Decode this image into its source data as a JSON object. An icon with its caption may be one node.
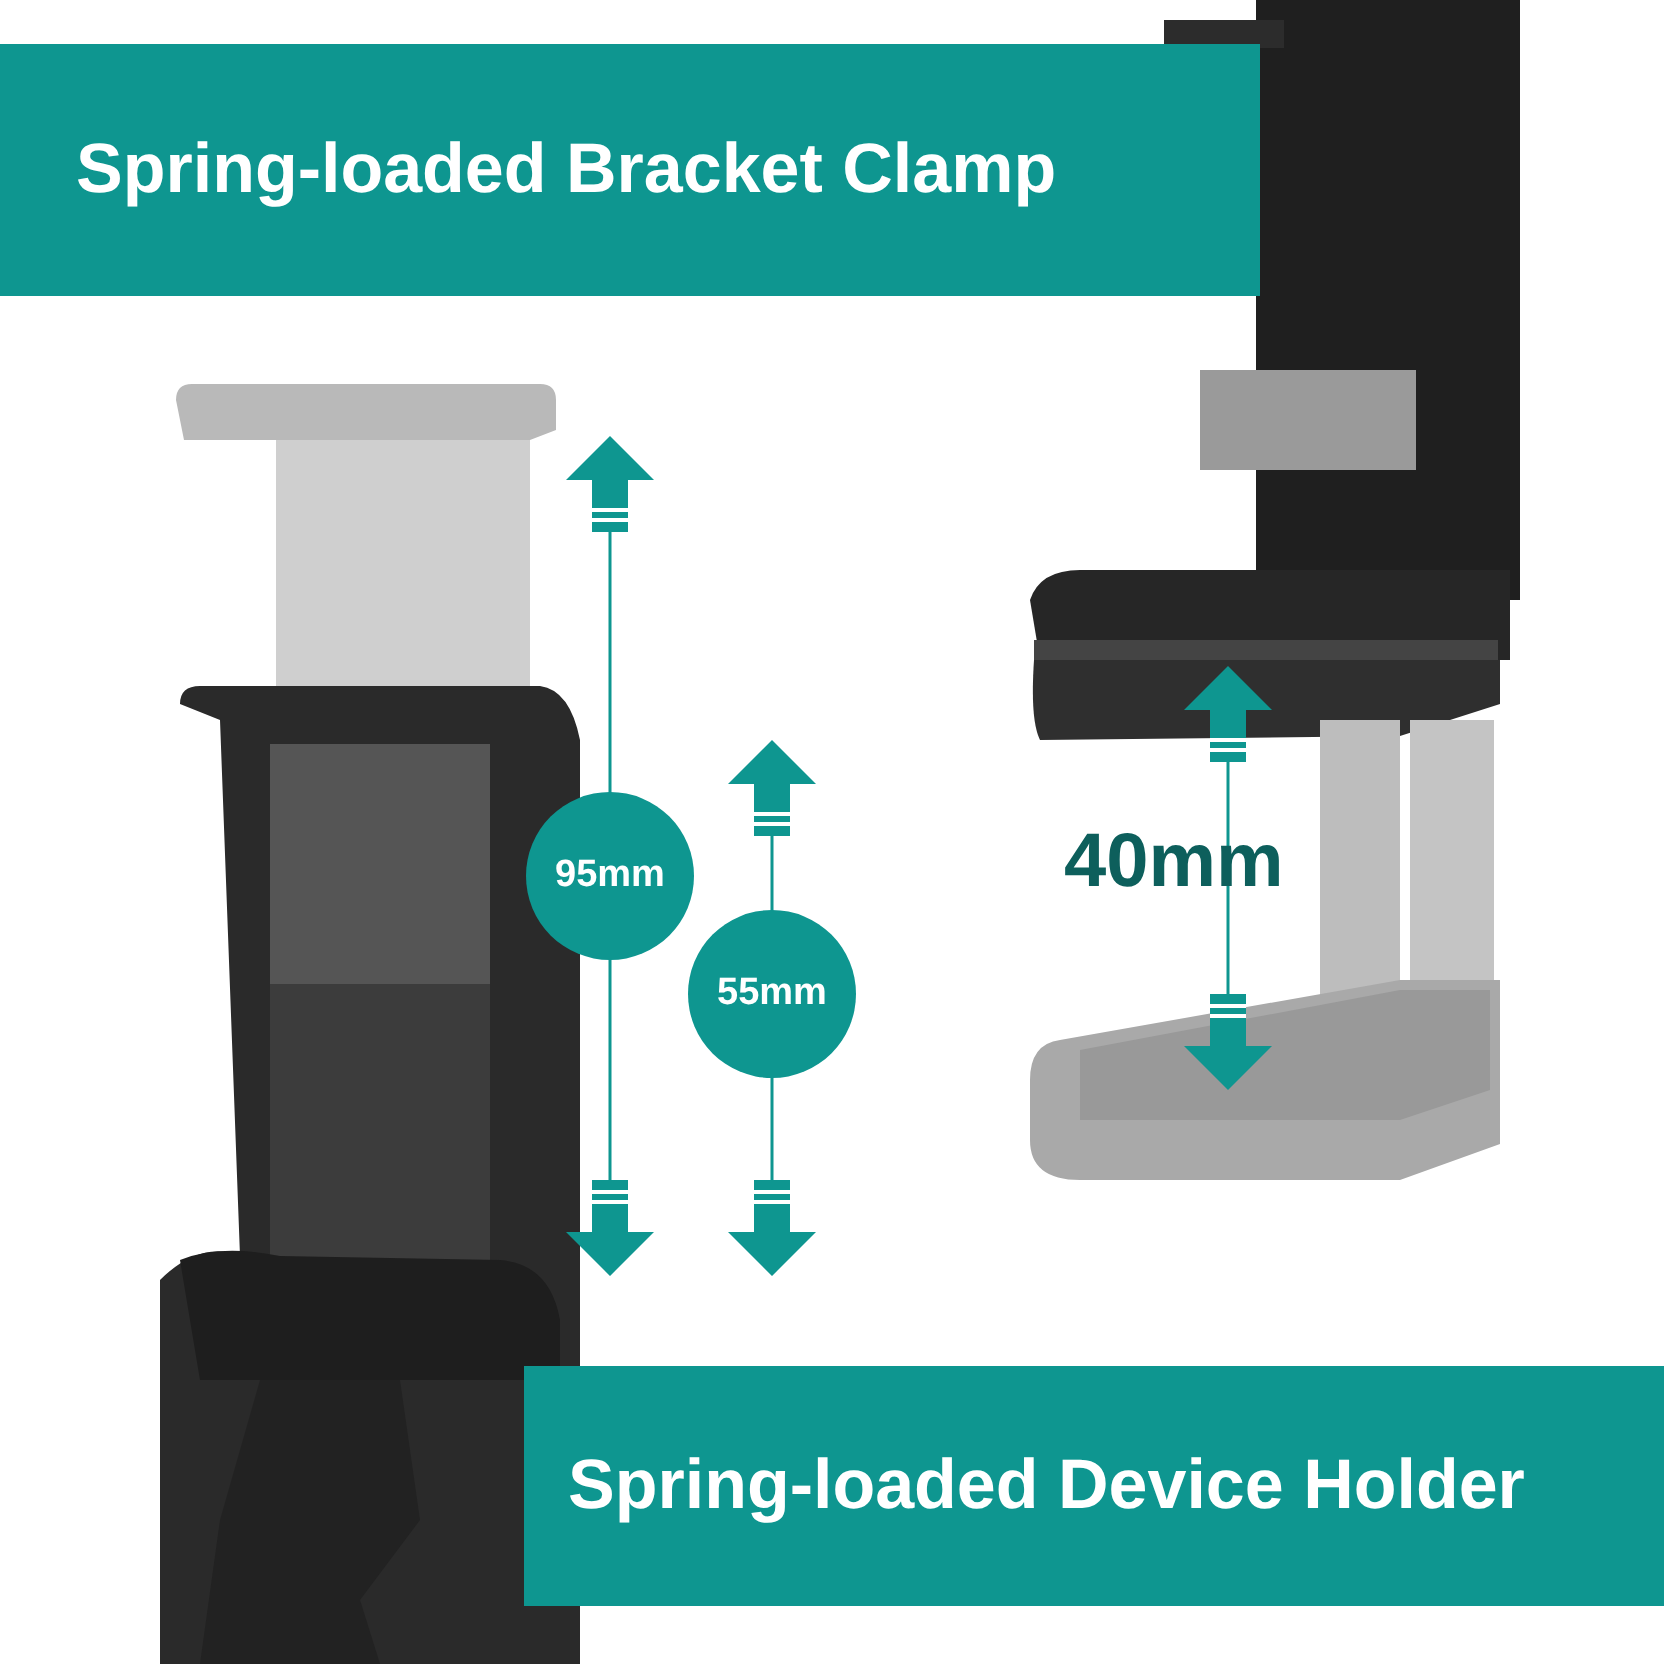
{
  "diagram": {
    "nodes": [
      {
        "text": [
          "Spring-loaded Bracket Clamp"
        ]
      },
      {
        "text": [
          "95mm"
        ]
      },
      {
        "text": [
          "55mm"
        ]
      },
      {
        "text": [
          "Spring-loaded Device Holder"
        ]
      }
    ],
    "labels": [
      "40mm"
    ]
  }
}
